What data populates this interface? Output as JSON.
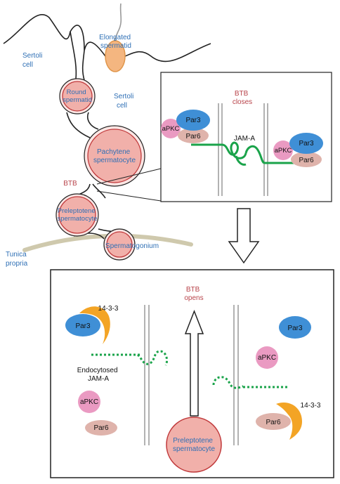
{
  "colors": {
    "blue_text": "#2e6fb5",
    "red_text": "#b8434a",
    "green_junction": "#1aa34a",
    "par3": "#3f8fd6",
    "par6": "#dfb3ab",
    "apkc": "#ea9ac2",
    "fourteen33": "#f3a425",
    "cell_fill": "#f1b0aa",
    "cell_stroke": "#c0393b",
    "spermatid_fill": "#f4b680"
  },
  "top": {
    "elongated_spermatid": [
      "Elongated",
      "spermatid"
    ],
    "sertoli_cell_left": [
      "Sertoli",
      "cell"
    ],
    "sertoli_cell_right": [
      "Sertoli",
      "cell"
    ],
    "round_spermatid": [
      "Round",
      "spermatid"
    ],
    "pachytene_spermatocyte": [
      "Pachytene",
      "spermatocyte"
    ],
    "btb": "BTB",
    "preleptotene_spermatocyte": [
      "Preleptotene",
      "spermatocyte"
    ],
    "spermatogonium": "Spermatogonium",
    "tunica_propria": [
      "Tunica",
      "propria"
    ]
  },
  "inset_top": {
    "btb_closes": [
      "BTB",
      "closes"
    ],
    "jam_a": "JAM-A",
    "apkc_left": "aPKC",
    "par3_left": "Par3",
    "par6_left": "Par6",
    "apkc_right": "aPKC",
    "par3_right": "Par3",
    "par6_right": "Par6"
  },
  "bottom": {
    "btb_opens": [
      "BTB",
      "opens"
    ],
    "fourteen33_left": "14-3-3",
    "par3_left": "Par3",
    "endocytosed_jam_a": [
      "Endocytosed",
      "JAM-A"
    ],
    "apkc_left": "aPKC",
    "par6_left": "Par6",
    "preleptotene_spermatocyte": [
      "Preleptotene",
      "spermatocyte"
    ],
    "par3_right": "Par3",
    "apkc_right": "aPKC",
    "fourteen33_right": "14-3-3",
    "par6_right": "Par6"
  }
}
